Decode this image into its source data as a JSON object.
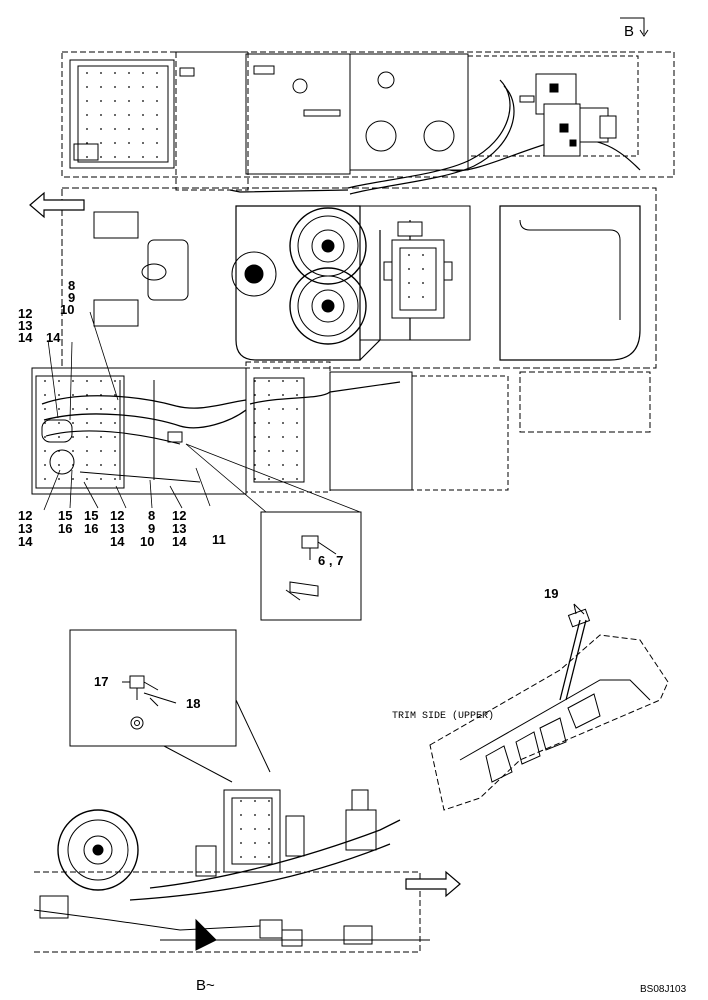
{
  "view_marks": {
    "top": "B",
    "bottom": "B~"
  },
  "callouts": {
    "c_8_9_10_top": [
      "8",
      "9",
      "10"
    ],
    "c_12_13_14_top": [
      "12",
      "13",
      "14"
    ],
    "c_14": "14",
    "bottom_row": [
      [
        "12",
        "13",
        "14"
      ],
      [
        "15",
        "16"
      ],
      [
        "15",
        "16"
      ],
      [
        "12",
        "13",
        "14"
      ],
      [
        "8",
        "9",
        "10"
      ],
      [
        "12",
        "13",
        "14"
      ],
      [
        "11"
      ]
    ],
    "c_6_7": "6 , 7",
    "c_17": "17",
    "c_18": "18",
    "c_19": "19"
  },
  "trim_label": "TRIM SIDE (UPPER)",
  "drawing_code": "BS08J103"
}
